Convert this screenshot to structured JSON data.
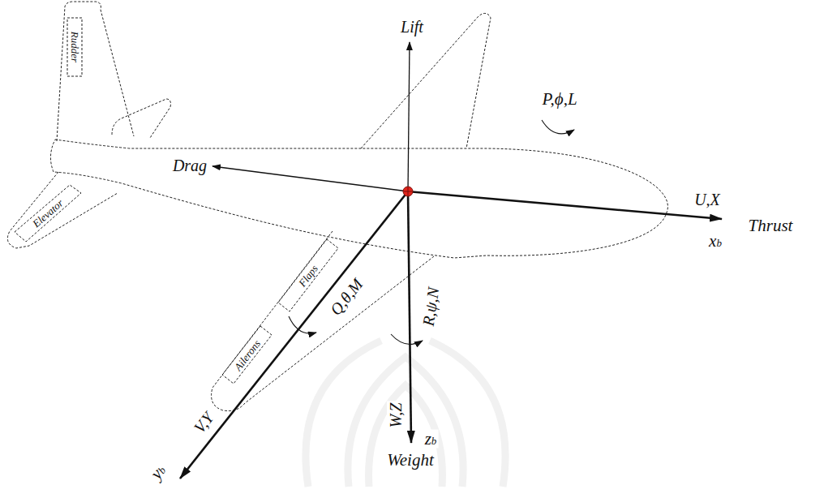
{
  "diagram": {
    "labels": [
      "Lift",
      "Rudder",
      "Elevator",
      "Drag",
      "P,ϕ,L",
      "U,X",
      "Thrust",
      "xb",
      "Flaps",
      "Q,θ,M",
      "Ailerons",
      "R,ψ,N",
      "W,Z",
      "zb",
      "Weight",
      "V,Y",
      "yb"
    ]
  }
}
